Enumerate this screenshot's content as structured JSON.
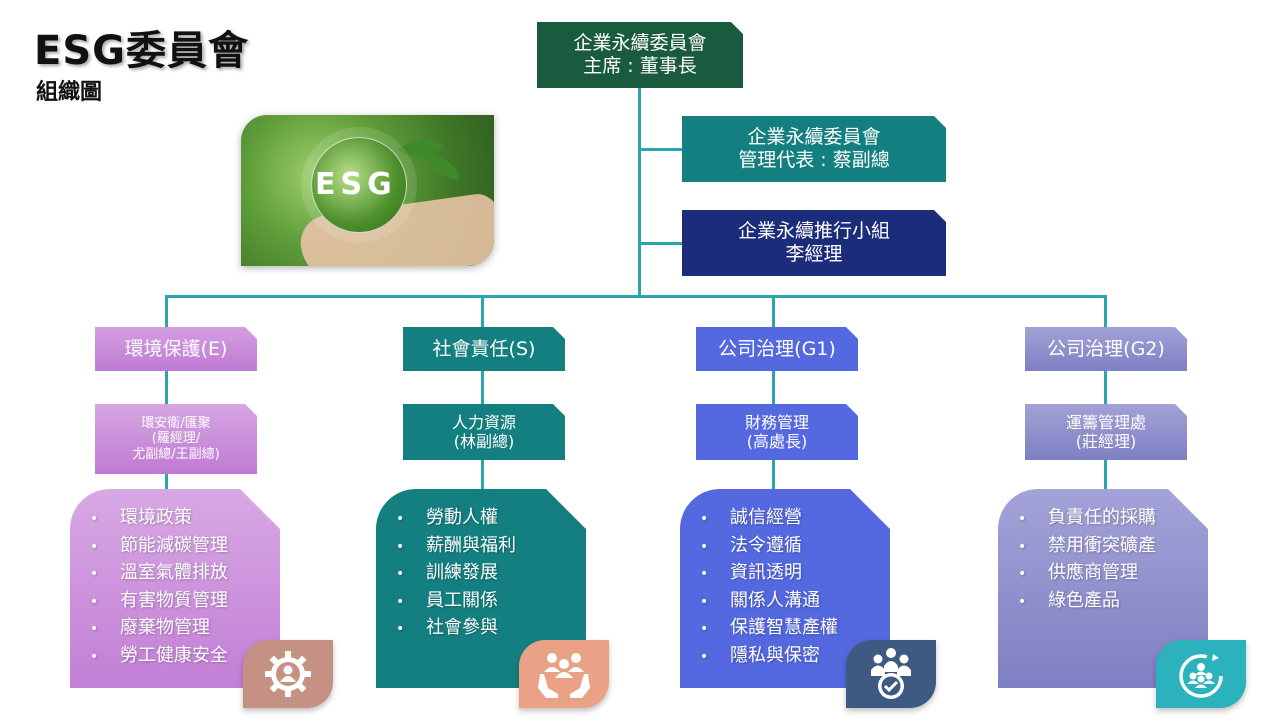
{
  "header": {
    "title": "ESG委員會",
    "subtitle": "組織圖"
  },
  "image": {
    "label": "ESG"
  },
  "top": {
    "chair": {
      "line1": "企業永續委員會",
      "line2": "主席 : 董事長",
      "color": "#1a5b3f"
    },
    "rep": {
      "line1": "企業永續委員會",
      "line2": "管理代表 : 蔡副總",
      "color": "#147f80"
    },
    "team": {
      "line1": "企業永續推行小組",
      "line2": "李經理",
      "color": "#1b2d7a"
    }
  },
  "columns": [
    {
      "category": "環境保護(E)",
      "sub_line1": "環安衛/匯聚",
      "sub_line2": "(羅經理/",
      "sub_line3": "尤副總/王副總)",
      "items": [
        "環境政策",
        "節能減碳管理",
        "溫室氣體排放",
        "有害物質管理",
        "廢棄物管理",
        "勞工健康安全"
      ],
      "icon": "gear-person-icon",
      "color": "#c27fd6",
      "badge_color": "#c49182"
    },
    {
      "category": "社會責任(S)",
      "sub_line1": "人力資源",
      "sub_line2": "(林副總)",
      "items": [
        "勞動人權",
        "薪酬與福利",
        "訓練發展",
        "員工關係",
        "社會參與"
      ],
      "icon": "people-care-icon",
      "color": "#147f80",
      "badge_color": "#e9a286"
    },
    {
      "category": "公司治理(G1)",
      "sub_line1": "財務管理",
      "sub_line2": "(高處長)",
      "items": [
        "誠信經營",
        "法令遵循",
        "資訊透明",
        "關係人溝通",
        "保護智慧產權",
        "隱私與保密"
      ],
      "icon": "team-check-icon",
      "color": "#5468e0",
      "badge_color": "#3e5a82"
    },
    {
      "category": "公司治理(G2)",
      "sub_line1": "運籌管理處",
      "sub_line2": "(莊經理)",
      "items": [
        "負責任的採購",
        "禁用衝突礦產",
        "供應商管理",
        "綠色產品"
      ],
      "icon": "team-cycle-icon",
      "color": "#8585c7",
      "badge_color": "#2cb2bd"
    }
  ]
}
